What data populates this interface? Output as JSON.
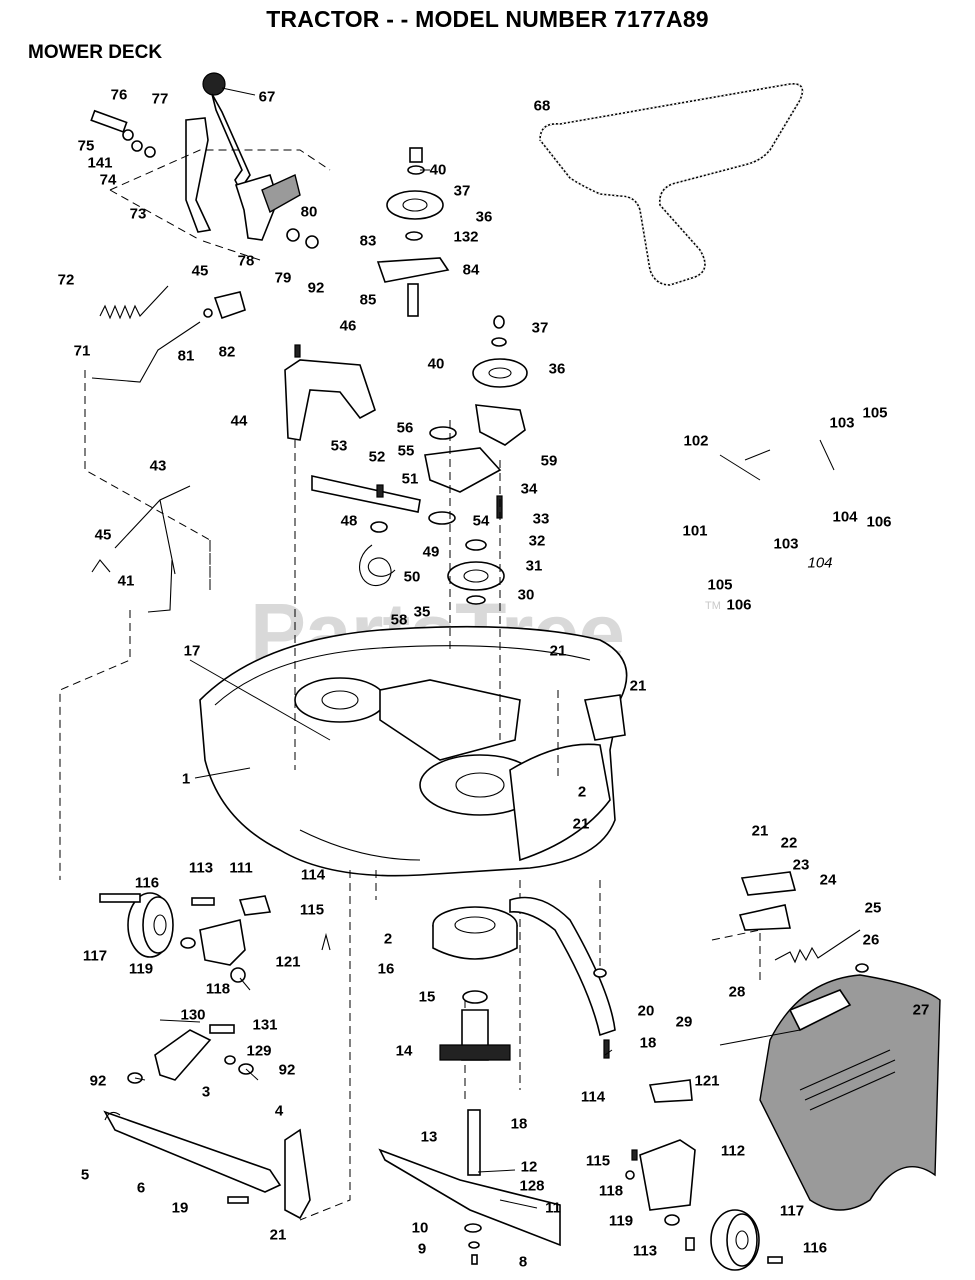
{
  "header": {
    "title": "TRACTOR - - MODEL NUMBER 7177A89",
    "subtitle": "MOWER DECK"
  },
  "watermark": {
    "text": "PartsTree",
    "tm": "TM"
  },
  "callouts": [
    "76",
    "67",
    "77",
    "75",
    "141",
    "74",
    "40",
    "37",
    "36",
    "83",
    "132",
    "84",
    "85",
    "68",
    "80",
    "73",
    "78",
    "79",
    "92",
    "72",
    "45",
    "81",
    "82",
    "71",
    "46",
    "44",
    "37",
    "40",
    "36",
    "56",
    "55",
    "59",
    "53",
    "52",
    "51",
    "34",
    "48",
    "49",
    "54",
    "33",
    "32",
    "31",
    "50",
    "30",
    "58",
    "35",
    "43",
    "45",
    "41",
    "102",
    "103",
    "105",
    "101",
    "104",
    "106",
    "103",
    "104",
    "105",
    "106",
    "17",
    "21",
    "21",
    "1",
    "2",
    "21",
    "2",
    "16",
    "113",
    "111",
    "114",
    "116",
    "115",
    "117",
    "119",
    "121",
    "118",
    "21",
    "22",
    "23",
    "24",
    "25",
    "26",
    "15",
    "20",
    "14",
    "18",
    "130",
    "131",
    "129",
    "92",
    "3",
    "92",
    "28",
    "29",
    "27",
    "18",
    "114",
    "121",
    "4",
    "5",
    "6",
    "13",
    "12",
    "128",
    "115",
    "112",
    "118",
    "19",
    "21",
    "11",
    "119",
    "117",
    "10",
    "9",
    "8",
    "113",
    "116"
  ]
}
